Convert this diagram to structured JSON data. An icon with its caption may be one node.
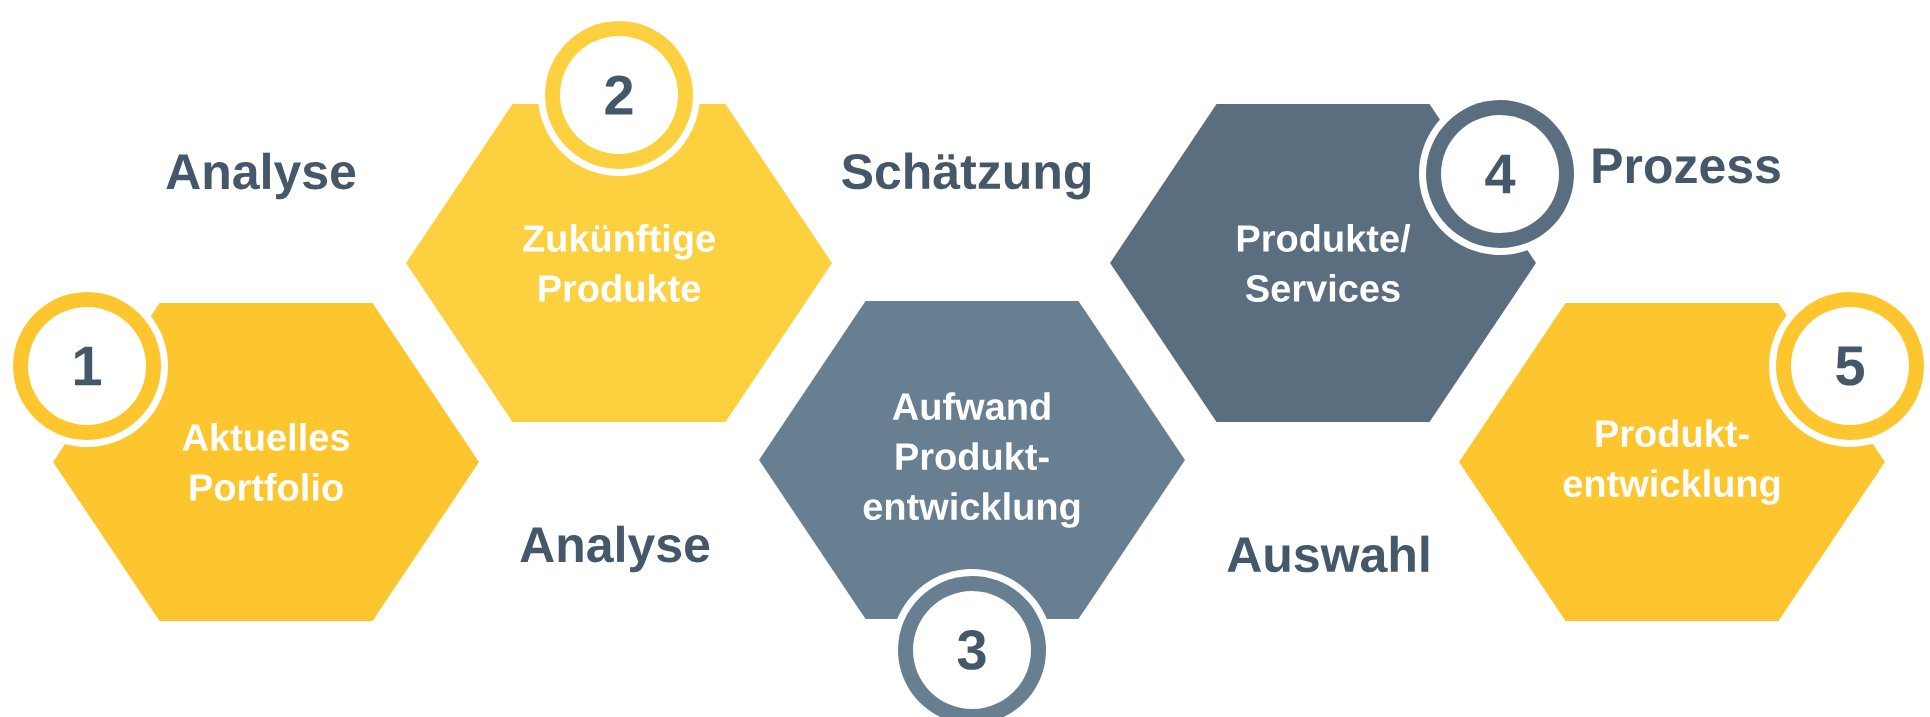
{
  "diagram": {
    "nodes": [
      {
        "text": [
          "Aktuelles Portfolio"
        ]
      },
      {
        "text": [
          "1"
        ]
      },
      {
        "text": [
          "Zukünftige Produkte"
        ]
      },
      {
        "text": [
          "2"
        ]
      },
      {
        "text": [
          "Aufwand Produkt- entwicklung"
        ]
      },
      {
        "text": [
          "3"
        ]
      },
      {
        "text": [
          "Produkte/ Services"
        ]
      },
      {
        "text": [
          "4"
        ]
      },
      {
        "text": [
          "Produkt- entwicklung"
        ]
      },
      {
        "text": [
          "5"
        ]
      }
    ],
    "labels": [
      "Analyse",
      "Schätzung",
      "Prozess",
      "Analyse",
      "Auswahl"
    ]
  }
}
